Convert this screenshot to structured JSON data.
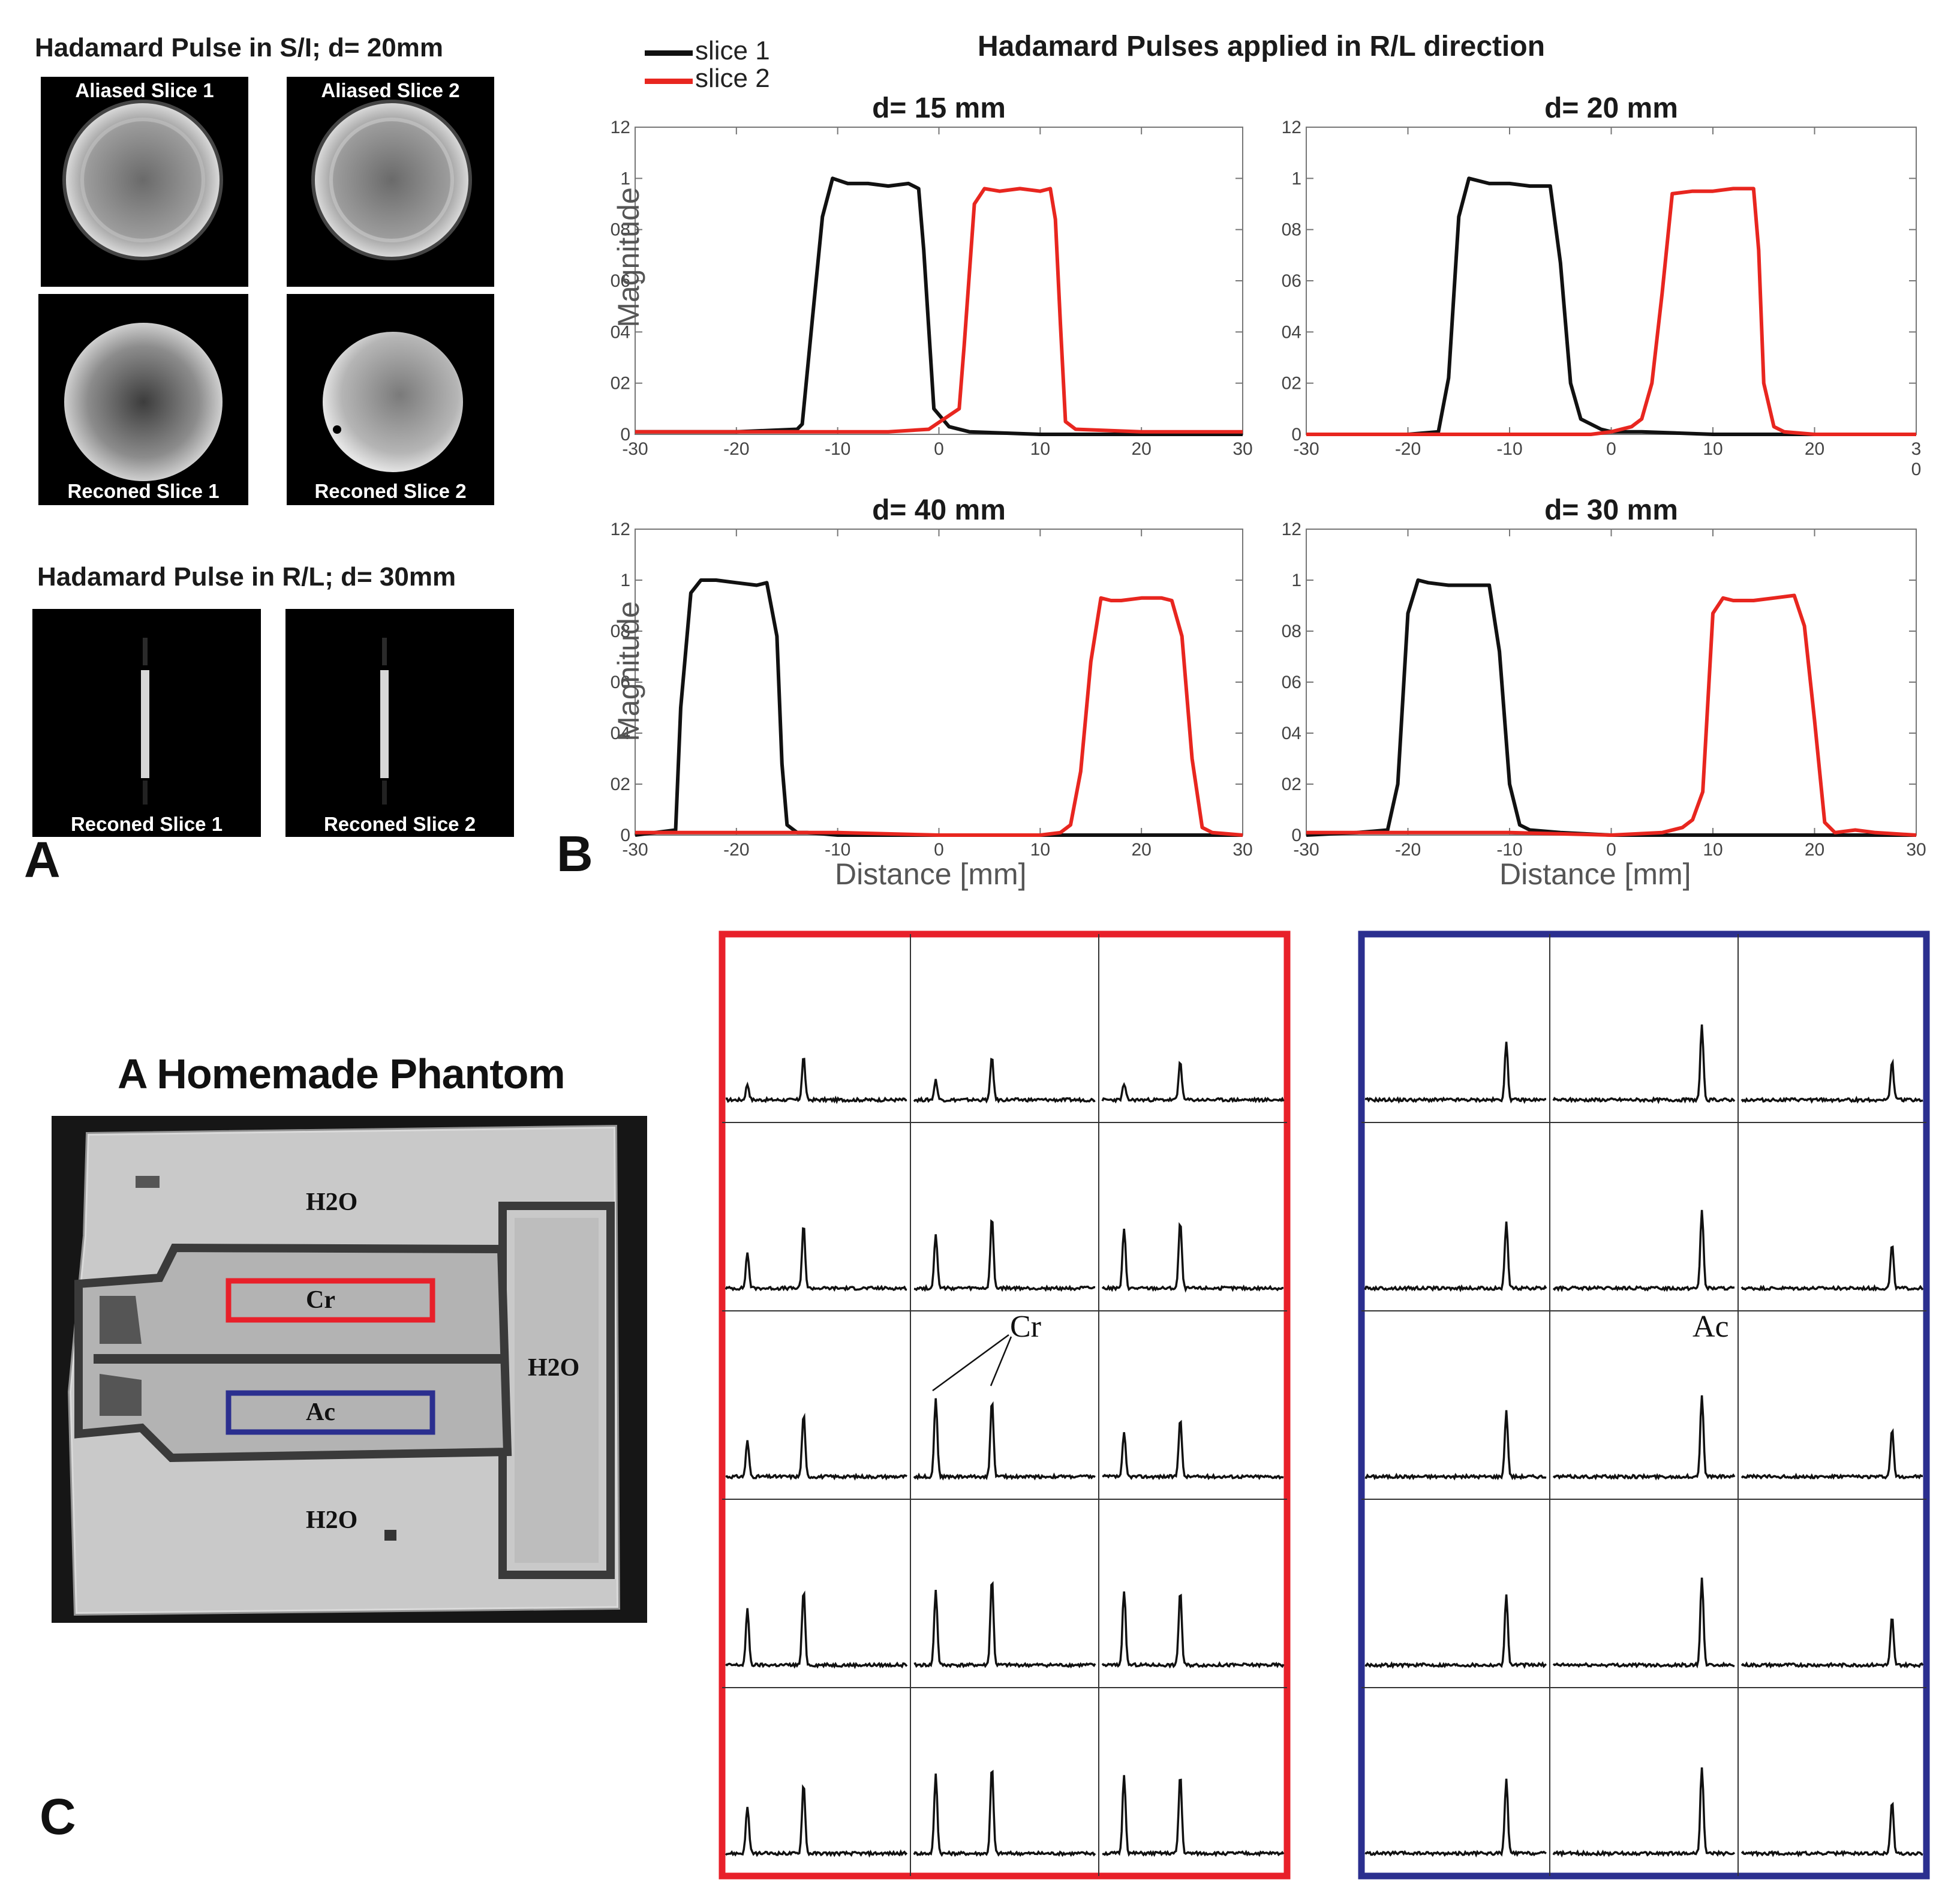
{
  "panelA": {
    "label": "A",
    "title_si": "Hadamard Pulse in S/I; d= 20mm",
    "title_rl": "Hadamard Pulse in R/L; d= 30mm",
    "aliased1": "Aliased  Slice 1",
    "aliased2": "Aliased  Slice 2",
    "reconed1": "Reconed  Slice 1",
    "reconed2": "Reconed  Slice 2",
    "reconed1b": "Reconed  Slice 1",
    "reconed2b": "Reconed  Slice 2"
  },
  "panelB": {
    "label": "B",
    "title": "Hadamard Pulses applied in R/L direction",
    "legend_slice1": "slice 1",
    "legend_slice2": "slice 2",
    "ylabel_top": "Magnitude",
    "ylabel_bottom": "Magnitude",
    "xlabel_left": "Distance [mm]",
    "xlabel_right": "Distance [mm]",
    "colors": {
      "slice1": "#111111",
      "slice2": "#e8261f"
    }
  },
  "chart_data": [
    {
      "type": "line",
      "title": "d= 15 mm",
      "xlim": [
        -30,
        30
      ],
      "ylim": [
        0,
        1.2
      ],
      "xticks": [
        "-30",
        "-20",
        "-10",
        "0",
        "10",
        "20",
        "30"
      ],
      "yticks": [
        "0",
        "02",
        "04",
        "06",
        "08",
        "1",
        "12"
      ],
      "series": [
        {
          "name": "slice 1",
          "x": [
            -30,
            -20,
            -14,
            -13.5,
            -12.5,
            -11.5,
            -10.5,
            -9,
            -7,
            -5,
            -3,
            -2,
            -1.5,
            -0.5,
            1,
            3,
            10,
            20,
            30
          ],
          "y": [
            0.01,
            0.01,
            0.02,
            0.04,
            0.45,
            0.85,
            1.0,
            0.98,
            0.98,
            0.97,
            0.98,
            0.96,
            0.72,
            0.1,
            0.03,
            0.01,
            0.0,
            0.0,
            0.0
          ]
        },
        {
          "name": "slice 2",
          "x": [
            -30,
            -20,
            -14,
            -5,
            -1,
            0.5,
            2,
            2.5,
            3.5,
            4.5,
            6,
            8,
            10,
            11,
            11.5,
            12,
            12.5,
            13.5,
            20,
            30
          ],
          "y": [
            0.01,
            0.01,
            0.01,
            0.01,
            0.02,
            0.06,
            0.1,
            0.35,
            0.9,
            0.96,
            0.95,
            0.96,
            0.95,
            0.96,
            0.84,
            0.43,
            0.05,
            0.02,
            0.01,
            0.01
          ]
        }
      ]
    },
    {
      "type": "line",
      "title": "d= 20 mm",
      "xlim": [
        -30,
        30
      ],
      "ylim": [
        0,
        1.2
      ],
      "xticks": [
        "-30",
        "-20",
        "-10",
        "0",
        "10",
        "20",
        "3\n0"
      ],
      "yticks": [
        "0",
        "02",
        "04",
        "06",
        "08",
        "1",
        "12"
      ],
      "series": [
        {
          "name": "slice 1",
          "x": [
            -30,
            -20,
            -17,
            -16,
            -15,
            -14,
            -12,
            -10,
            -8,
            -6,
            -5,
            -4,
            -3,
            -1,
            0,
            3,
            10,
            20,
            30
          ],
          "y": [
            0.0,
            0.0,
            0.01,
            0.22,
            0.85,
            1.0,
            0.98,
            0.98,
            0.97,
            0.97,
            0.67,
            0.2,
            0.06,
            0.02,
            0.01,
            0.01,
            0.0,
            0.0,
            0.0
          ]
        },
        {
          "name": "slice 2",
          "x": [
            -30,
            -20,
            -5,
            -2,
            0,
            2,
            3,
            4,
            5,
            6,
            8,
            10,
            12,
            14,
            14.5,
            15,
            16,
            17,
            20,
            30
          ],
          "y": [
            0.0,
            0.0,
            0.0,
            0.0,
            0.01,
            0.03,
            0.06,
            0.2,
            0.55,
            0.94,
            0.95,
            0.95,
            0.96,
            0.96,
            0.72,
            0.2,
            0.03,
            0.01,
            0.0,
            0.0
          ]
        }
      ]
    },
    {
      "type": "line",
      "title": "d= 40 mm",
      "xlim": [
        -30,
        30
      ],
      "ylim": [
        0,
        1.2
      ],
      "xticks": [
        "-30",
        "-20",
        "-10",
        "0",
        "10",
        "20",
        "30"
      ],
      "yticks": [
        "0",
        "02",
        "04",
        "06",
        "08",
        "1",
        "12"
      ],
      "series": [
        {
          "name": "slice 1",
          "x": [
            -30,
            -26,
            -25.5,
            -24.5,
            -23.5,
            -22,
            -20,
            -18,
            -17,
            -16,
            -15.5,
            -15,
            -14,
            -13,
            -10,
            0,
            10,
            30
          ],
          "y": [
            0.0,
            0.02,
            0.5,
            0.95,
            1.0,
            1.0,
            0.99,
            0.98,
            0.99,
            0.78,
            0.28,
            0.04,
            0.01,
            0.01,
            0.0,
            0.0,
            0.0,
            0.0
          ]
        },
        {
          "name": "slice 2",
          "x": [
            -30,
            -10,
            0,
            10,
            12,
            13,
            14,
            15,
            16,
            17,
            18,
            20,
            22,
            23,
            24,
            25,
            26,
            27,
            30
          ],
          "y": [
            0.01,
            0.01,
            0.0,
            0.0,
            0.01,
            0.04,
            0.25,
            0.68,
            0.93,
            0.92,
            0.92,
            0.93,
            0.93,
            0.92,
            0.78,
            0.3,
            0.03,
            0.01,
            0.0
          ]
        }
      ]
    },
    {
      "type": "line",
      "title": "d= 30 mm",
      "xlim": [
        -30,
        30
      ],
      "ylim": [
        0,
        1.2
      ],
      "xticks": [
        "-30",
        "-20",
        "-10",
        "0",
        "10",
        "20",
        "30"
      ],
      "yticks": [
        "0",
        "02",
        "04",
        "06",
        "08",
        "1",
        "12"
      ],
      "series": [
        {
          "name": "slice 1",
          "x": [
            -30,
            -25,
            -22,
            -21,
            -20,
            -19,
            -18,
            -16,
            -14,
            -12,
            -11,
            -10,
            -9,
            -8,
            -5,
            0,
            10,
            20,
            30
          ],
          "y": [
            0.0,
            0.01,
            0.02,
            0.2,
            0.87,
            1.0,
            0.99,
            0.98,
            0.98,
            0.98,
            0.72,
            0.2,
            0.04,
            0.02,
            0.01,
            0.0,
            0.0,
            0.0,
            0.0
          ]
        },
        {
          "name": "slice 2",
          "x": [
            -30,
            -10,
            0,
            5,
            7,
            8,
            9,
            10,
            11,
            12,
            14,
            16,
            18,
            19,
            20,
            21,
            22,
            24,
            26,
            30
          ],
          "y": [
            0.01,
            0.01,
            0.0,
            0.01,
            0.03,
            0.06,
            0.17,
            0.87,
            0.93,
            0.92,
            0.92,
            0.93,
            0.94,
            0.82,
            0.45,
            0.05,
            0.01,
            0.02,
            0.01,
            0.0
          ]
        }
      ]
    }
  ],
  "panelC": {
    "label": "C",
    "phantom_title": "A Homemade Phantom",
    "h2o_top": "H2O",
    "h2o_right": "H2O",
    "h2o_bottom": "H2O",
    "cr": "Cr",
    "ac": "Ac",
    "cr_annotation": "Cr",
    "ac_annotation": "Ac",
    "colors": {
      "cr_box": "#e8202a",
      "ac_box": "#2b2f8f"
    }
  },
  "spectra": {
    "cr_rows": [
      [
        [
          0.2,
          0.55
        ],
        [
          0.25,
          0.55
        ],
        [
          0.2,
          0.5
        ]
      ],
      [
        [
          0.45,
          0.8
        ],
        [
          0.7,
          0.9
        ],
        [
          0.75,
          0.85
        ]
      ],
      [
        [
          0.45,
          0.8
        ],
        [
          1.0,
          0.98
        ],
        [
          0.55,
          0.75
        ]
      ],
      [
        [
          0.7,
          0.95
        ],
        [
          0.95,
          1.1
        ],
        [
          0.95,
          0.95
        ]
      ],
      [
        [
          0.6,
          0.9
        ],
        [
          1.0,
          1.1
        ],
        [
          1.0,
          1.0
        ]
      ]
    ],
    "ac_rows": [
      [
        0.65,
        0.85,
        0.45
      ],
      [
        0.75,
        0.9,
        0.5
      ],
      [
        0.75,
        0.95,
        0.55
      ],
      [
        0.8,
        1.0,
        0.55
      ],
      [
        0.85,
        1.0,
        0.6
      ]
    ]
  }
}
